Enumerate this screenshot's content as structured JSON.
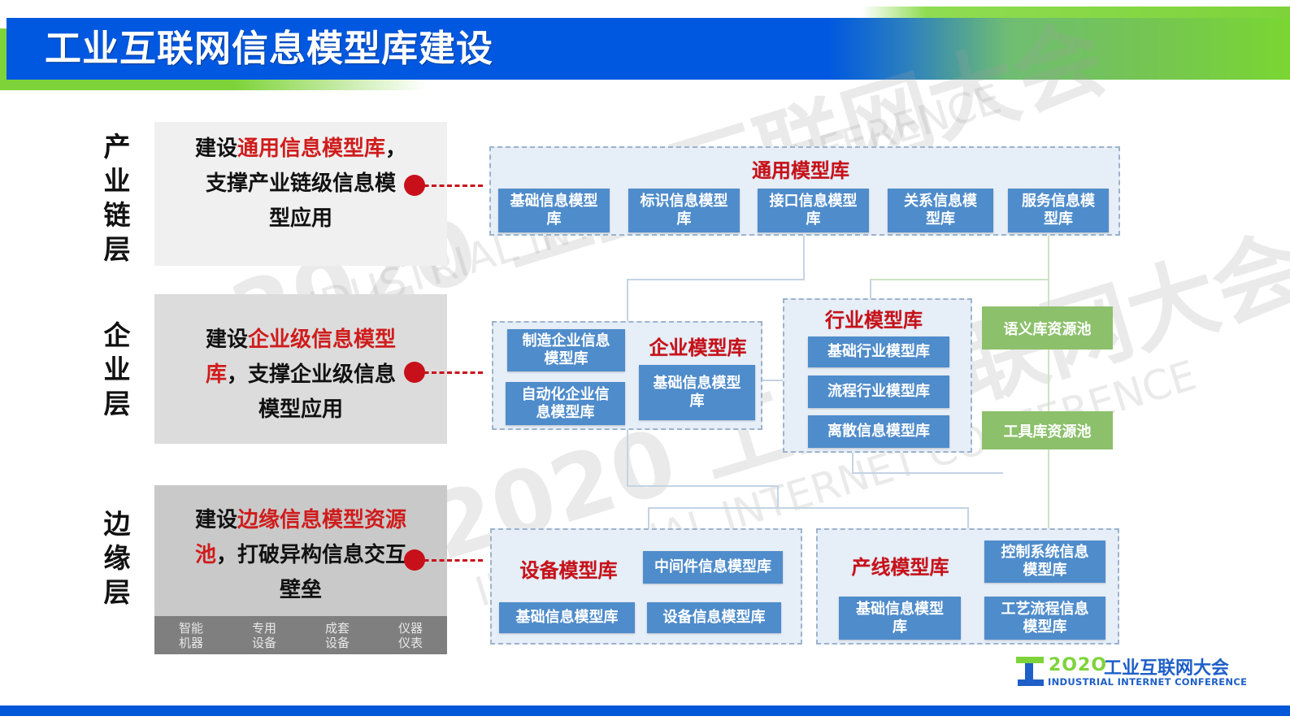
{
  "header": {
    "title": "工业互联网信息模型库建设"
  },
  "watermark": {
    "line1": "2020 工业互联网大会",
    "line2": "INDUSTRIAL INTERNET CONFERENCE"
  },
  "layers": [
    {
      "label": "产业链层",
      "label_chars": [
        "产",
        "业",
        "链",
        "层"
      ],
      "description_lines": [
        {
          "prefix": "建设",
          "highlight": "通用信息模型库",
          "suffix": "，"
        },
        {
          "prefix": "支撑产业链级信息模",
          "highlight": "",
          "suffix": ""
        },
        {
          "prefix": "型应用",
          "highlight": "",
          "suffix": ""
        }
      ]
    },
    {
      "label": "企业层",
      "label_chars": [
        "企",
        "业",
        "层"
      ],
      "description_lines": [
        {
          "prefix": "建设",
          "highlight": "企业级信息模型",
          "suffix": ""
        },
        {
          "prefix": "",
          "highlight": "库",
          "suffix": "，支撑企业级信息"
        },
        {
          "prefix": "模型应用",
          "highlight": "",
          "suffix": ""
        }
      ]
    },
    {
      "label": "边缘层",
      "label_chars": [
        "边",
        "缘",
        "层"
      ],
      "description_lines": [
        {
          "prefix": "建设",
          "highlight": "边缘信息模型资源",
          "suffix": ""
        },
        {
          "prefix": "",
          "highlight": "池",
          "suffix": "，打破异构信息交互"
        },
        {
          "prefix": "壁垒",
          "highlight": "",
          "suffix": ""
        }
      ],
      "devices": [
        {
          "line1": "智能",
          "line2": "机器"
        },
        {
          "line1": "专用",
          "line2": "设备"
        },
        {
          "line1": "成套",
          "line2": "设备"
        },
        {
          "line1": "仪器",
          "line2": "仪表"
        }
      ]
    }
  ],
  "groups": {
    "general": {
      "title": "通用模型库",
      "modules": [
        {
          "line1": "基础信息模型",
          "line2": "库"
        },
        {
          "line1": "标识信息模型",
          "line2": "库"
        },
        {
          "line1": "接口信息模型",
          "line2": "库"
        },
        {
          "line1": "关系信息模",
          "line2": "型库"
        },
        {
          "line1": "服务信息模",
          "line2": "型库"
        }
      ]
    },
    "enterprise": {
      "title": "企业模型库",
      "modules": [
        {
          "line1": "制造企业信息",
          "line2": "模型库"
        },
        {
          "line1": "自动化企业信",
          "line2": "息模型库"
        },
        {
          "line1": "基础信息模型",
          "line2": "库"
        }
      ]
    },
    "industry": {
      "title": "行业模型库",
      "modules": [
        "基础行业模型库",
        "流程行业模型库",
        "离散信息模型库"
      ]
    },
    "pools": [
      "语义库资源池",
      "工具库资源池"
    ],
    "equipment": {
      "title": "设备模型库",
      "modules": [
        "中间件信息模型库",
        "基础信息模型库",
        "设备信息模型库"
      ]
    },
    "production_line": {
      "title": "产线模型库",
      "modules": [
        {
          "line1": "控制系统信息",
          "line2": "模型库"
        },
        {
          "line1": "基础信息模型",
          "line2": "库"
        },
        {
          "line1": "工艺流程信息",
          "line2": "模型库"
        }
      ]
    }
  },
  "logo": {
    "year": "2O2O",
    "cn": "工业互联网大会",
    "en": "INDUSTRIAL INTERNET CONFERENCE"
  },
  "colors": {
    "header_blue": "#0058e0",
    "header_green": "#7ed33a",
    "highlight_red": "#d01c1c",
    "module_blue": "#4f8ccb",
    "pool_green": "#8cc06b",
    "container_fill": "#e6eef8"
  }
}
